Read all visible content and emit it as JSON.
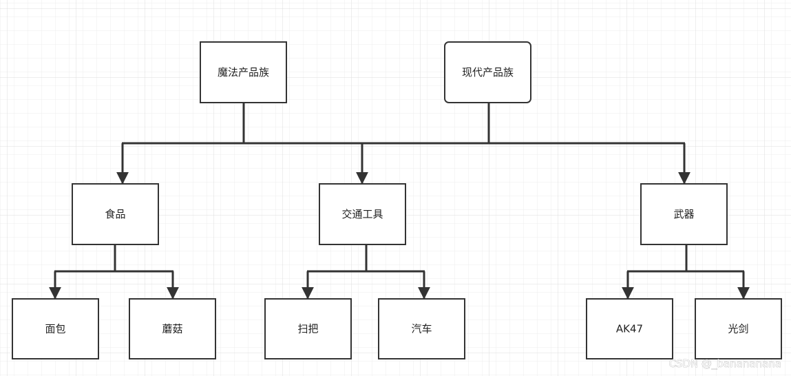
{
  "diagram": {
    "nodes": [
      {
        "id": "magic",
        "label": "魔法产品族"
      },
      {
        "id": "modern",
        "label": "现代产品族"
      },
      {
        "id": "food",
        "label": "食品"
      },
      {
        "id": "transport",
        "label": "交通工具"
      },
      {
        "id": "weapon",
        "label": "武器"
      },
      {
        "id": "bread",
        "label": "面包"
      },
      {
        "id": "mushroom",
        "label": "蘑菇"
      },
      {
        "id": "broom",
        "label": "扫把"
      },
      {
        "id": "car",
        "label": "汽车"
      },
      {
        "id": "ak47",
        "label": "AK47"
      },
      {
        "id": "lightsaber",
        "label": "光剑"
      }
    ],
    "edges": [
      {
        "from": [
          "magic",
          "modern"
        ],
        "to": [
          "food",
          "transport",
          "weapon"
        ]
      },
      {
        "from": [
          "food"
        ],
        "to": [
          "bread",
          "mushroom"
        ]
      },
      {
        "from": [
          "transport"
        ],
        "to": [
          "broom",
          "car"
        ]
      },
      {
        "from": [
          "weapon"
        ],
        "to": [
          "ak47",
          "lightsaber"
        ]
      }
    ]
  },
  "watermark": "CSDN @_banananana",
  "colors": {
    "background": "#ffffff",
    "grid_minor": "#ececec",
    "grid_major": "#dcdcdc",
    "stroke": "#333333",
    "text": "#222222"
  }
}
